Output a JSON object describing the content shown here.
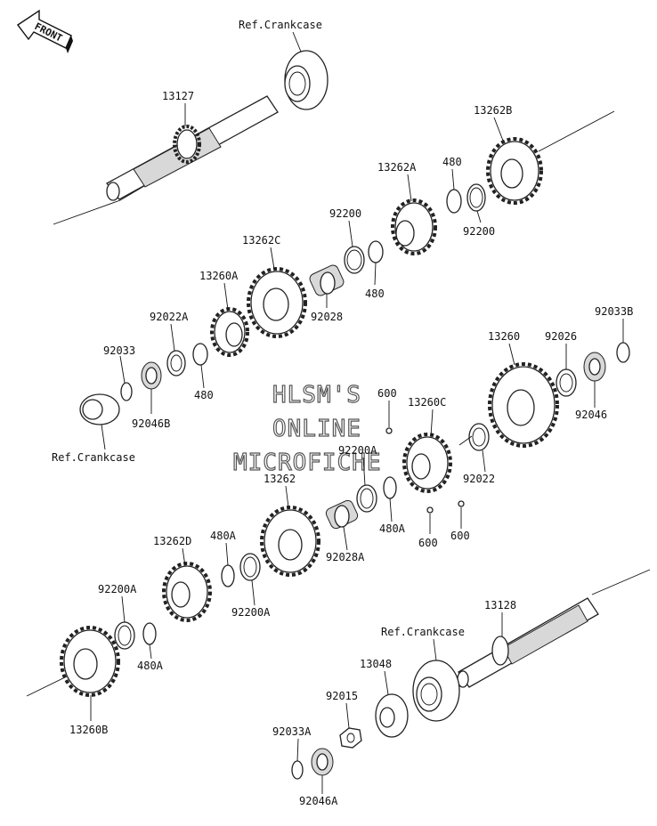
{
  "watermark": {
    "line1": "HLSM'S",
    "line2": "ONLINE",
    "line3": "MICROFICHE"
  },
  "front_arrow": {
    "label": "FRONT"
  },
  "labels": {
    "ref_crankcase_top": "Ref.Crankcase",
    "p13127": "13127",
    "p13262B": "13262B",
    "p480_top": "480",
    "p13262A": "13262A",
    "p92200_top": "92200",
    "p92200_right": "92200",
    "p480_mid": "480",
    "p13262C": "13262C",
    "p92028": "92028",
    "p13260A": "13260A",
    "p92022A": "92022A",
    "p92033": "92033",
    "p480_left": "480",
    "p92046B": "92046B",
    "ref_crankcase_left": "Ref.Crankcase",
    "p92033B": "92033B",
    "p13260": "13260",
    "p92026": "92026",
    "p92046": "92046",
    "p600_top": "600",
    "p13260C": "13260C",
    "p92200A_mid": "92200A",
    "p92022": "92022",
    "p13262": "13262",
    "p480A_mid": "480A",
    "p600_left": "600",
    "p600_right": "600",
    "p92028A": "92028A",
    "p480A_top": "480A",
    "p13262D": "13262D",
    "p92200A_low": "92200A",
    "p92200A_left": "92200A",
    "p480A_low": "480A",
    "p13260B": "13260B",
    "p13128": "13128",
    "ref_crankcase_low": "Ref.Crankcase",
    "p13048": "13048",
    "p92015": "92015",
    "p92033A": "92033A",
    "p92046A": "92046A"
  },
  "icons": {
    "gear": "gear-icon",
    "bearing": "bearing-icon",
    "needle_bearing": "needle-bearing-icon",
    "circlip": "circlip-icon",
    "washer": "washer-icon",
    "shaft": "shaft-icon",
    "ball": "ball-icon",
    "nut": "nut-icon",
    "cam": "cam-icon"
  }
}
